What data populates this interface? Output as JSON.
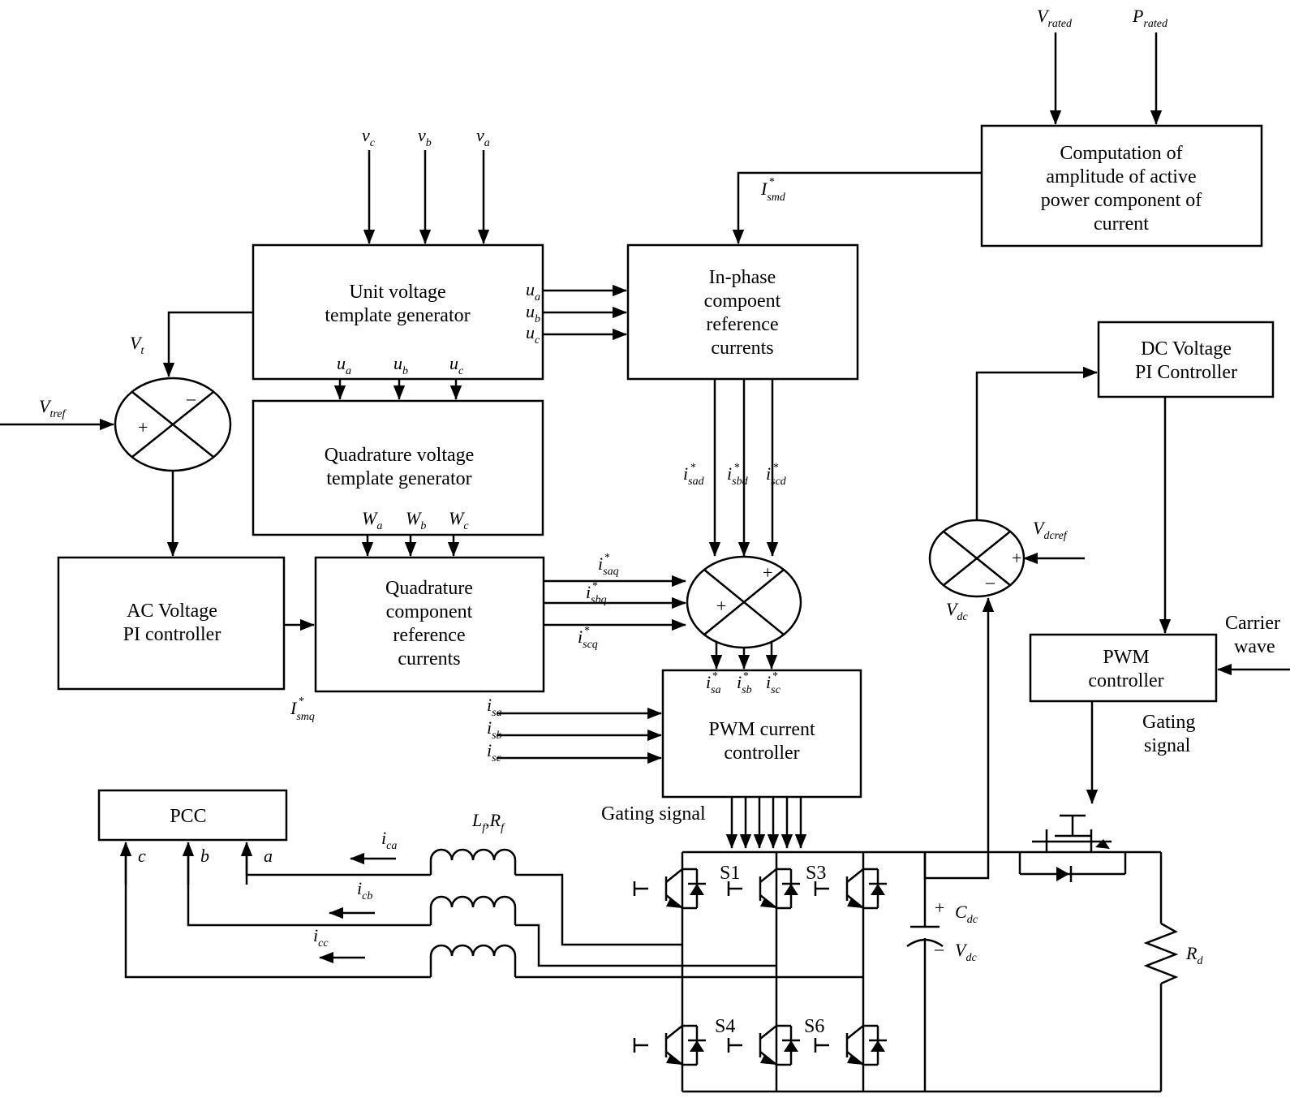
{
  "blocks": {
    "unit_voltage": [
      "Unit voltage",
      "template generator"
    ],
    "quadrature_voltage": [
      "Quadrature voltage",
      "template generator"
    ],
    "in_phase": [
      "In-phase",
      "compoent",
      "reference",
      "currents"
    ],
    "computation": [
      "Computation of",
      "amplitude of active",
      "power component of",
      "current"
    ],
    "dc_pi": [
      "DC Voltage",
      "PI Controller"
    ],
    "ac_pi": [
      "AC Voltage",
      "PI controller"
    ],
    "quadrature_component": [
      "Quadrature",
      "component",
      "reference",
      "currents"
    ],
    "pwm_current": [
      "PWM current",
      "controller"
    ],
    "pwm_controller": [
      "PWM",
      "controller"
    ],
    "pcc": "PCC"
  },
  "signals": {
    "v_rated": {
      "base": "V",
      "sub": "rated"
    },
    "p_rated": {
      "base": "P",
      "sub": "rated"
    },
    "v_c": {
      "base": "v",
      "sub": "c"
    },
    "v_b": {
      "base": "v",
      "sub": "b"
    },
    "v_a": {
      "base": "v",
      "sub": "a"
    },
    "i_smd": {
      "base": "I",
      "sub": "smd",
      "sup": "*"
    },
    "u_a_out": {
      "base": "u",
      "sub": "a"
    },
    "u_b_out": {
      "base": "u",
      "sub": "b"
    },
    "u_c_out": {
      "base": "u",
      "sub": "c"
    },
    "u_a_down": {
      "base": "u",
      "sub": "a"
    },
    "u_b_down": {
      "base": "u",
      "sub": "b"
    },
    "u_c_down": {
      "base": "u",
      "sub": "c"
    },
    "v_t": {
      "base": "V",
      "sub": "t"
    },
    "v_tref": {
      "base": "V",
      "sub": "tref"
    },
    "w_a": {
      "base": "W",
      "sub": "a"
    },
    "w_b": {
      "base": "W",
      "sub": "b"
    },
    "w_c": {
      "base": "W",
      "sub": "c"
    },
    "i_sad": {
      "base": "i",
      "sub": "sad",
      "sup": "*"
    },
    "i_sbd": {
      "base": "i",
      "sub": "sbd",
      "sup": "*"
    },
    "i_scd": {
      "base": "i",
      "sub": "scd",
      "sup": "*"
    },
    "i_saq": {
      "base": "i",
      "sub": "saq",
      "sup": "*"
    },
    "i_sbq": {
      "base": "i",
      "sub": "sbq",
      "sup": "*"
    },
    "i_scq": {
      "base": "i",
      "sub": "scq",
      "sup": "*"
    },
    "i_sa_ref": {
      "base": "i",
      "sub": "sa",
      "sup": "*"
    },
    "i_sb_ref": {
      "base": "i",
      "sub": "sb",
      "sup": "*"
    },
    "i_sc_ref": {
      "base": "i",
      "sub": "sc",
      "sup": "*"
    },
    "i_sa": {
      "base": "i",
      "sub": "sa"
    },
    "i_sb": {
      "base": "i",
      "sub": "sb"
    },
    "i_sc": {
      "base": "i",
      "sub": "sc"
    },
    "i_smq": {
      "base": "I",
      "sub": "smq",
      "sup": "*"
    },
    "v_dcref": {
      "base": "V",
      "sub": "dcref"
    },
    "v_dc_fb": {
      "base": "V",
      "sub": "dc"
    },
    "i_ca": {
      "base": "i",
      "sub": "ca"
    },
    "i_cb": {
      "base": "i",
      "sub": "cb"
    },
    "i_cc": {
      "base": "i",
      "sub": "cc"
    },
    "c_dc": {
      "base": "C",
      "sub": "dc"
    },
    "v_dc_cap": {
      "base": "V",
      "sub": "dc"
    },
    "r_d": {
      "base": "R",
      "sub": "d"
    }
  },
  "filter_label": {
    "l": "L",
    "l_sub": "f",
    "sep": ",",
    "r": "R",
    "r_sub": "f"
  },
  "texts": {
    "carrier_wave": [
      "Carrier",
      "wave"
    ],
    "gating_signal_right": [
      "Gating",
      "signal"
    ],
    "gating_signal_left": "Gating signal",
    "phase_c": "c",
    "phase_b": "b",
    "phase_a": "a",
    "cap_plus": "+",
    "cap_minus": "–"
  },
  "switches": {
    "s1": "S1",
    "s3": "S3",
    "s4": "S4",
    "s6": "S6"
  },
  "summing_signs": {
    "sum1_plus": "+",
    "sum1_minus": "–",
    "sum2_plus_top": "+",
    "sum2_plus_left": "+",
    "sum3_plus": "+",
    "sum3_minus": "–"
  }
}
